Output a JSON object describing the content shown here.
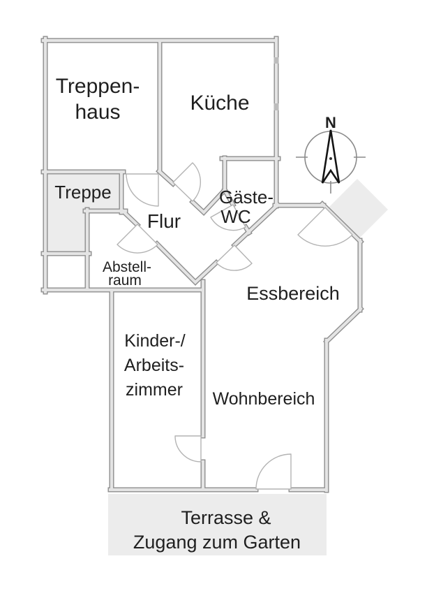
{
  "compass": {
    "north": "N"
  },
  "colors": {
    "background": "#ffffff",
    "wall_edge": "#8e8e8e",
    "wall_core": "#e4e4e4",
    "shaded_area": "#ececec",
    "door_arc": "#b3b3b3",
    "label_text": "#1f1f1f",
    "compass_needle": "#141414"
  },
  "rooms": {
    "treppenhaus": {
      "line1": "Treppen-",
      "line2": "haus"
    },
    "kueche": {
      "label": "Küche"
    },
    "treppe": {
      "label": "Treppe"
    },
    "flur": {
      "label": "Flur"
    },
    "gaeste_wc": {
      "line1": "Gäste-",
      "line2": "WC"
    },
    "abstellraum": {
      "line1": "Abstell-",
      "line2": "raum"
    },
    "kinder_arbeitszimmer": {
      "line1": "Kinder-/",
      "line2": "Arbeits-",
      "line3": "zimmer"
    },
    "essbereich": {
      "label": "Essbereich"
    },
    "wohnbereich": {
      "label": "Wohnbereich"
    },
    "terrasse": {
      "line1": "Terrasse &",
      "line2": "Zugang zum Garten"
    }
  }
}
